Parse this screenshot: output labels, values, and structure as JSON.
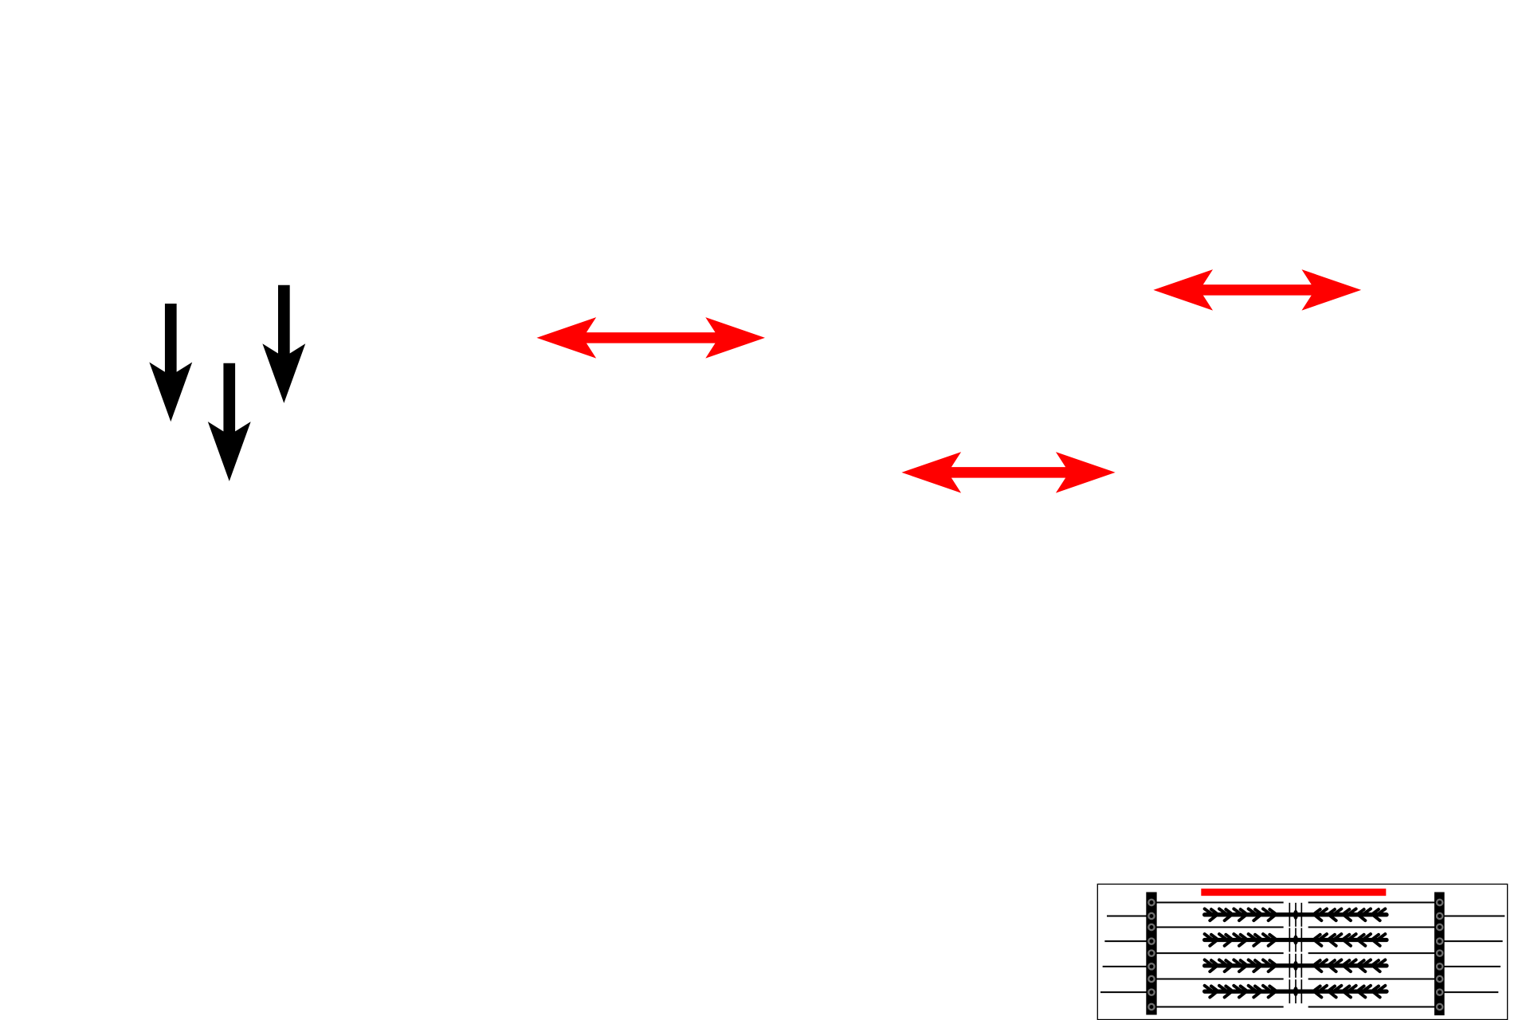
{
  "colors": {
    "background": "#ffffff",
    "marker_arrow": "#000000",
    "double_arrow": "#ff0000",
    "inset_highlight_bar": "#ff0000",
    "filament": "#000000",
    "attachment_circle": "#6e6e6e"
  },
  "icons": {
    "down_arrows": [
      "arrow-down-icon",
      "arrow-down-icon",
      "arrow-down-icon"
    ],
    "double_arrows": [
      "double-arrow-horizontal-icon",
      "double-arrow-horizontal-icon",
      "double-arrow-horizontal-icon"
    ]
  },
  "inset": {
    "depicts": "sarcomere-schematic",
    "thick_filament_count": 4,
    "thin_filament_rows": 5
  }
}
